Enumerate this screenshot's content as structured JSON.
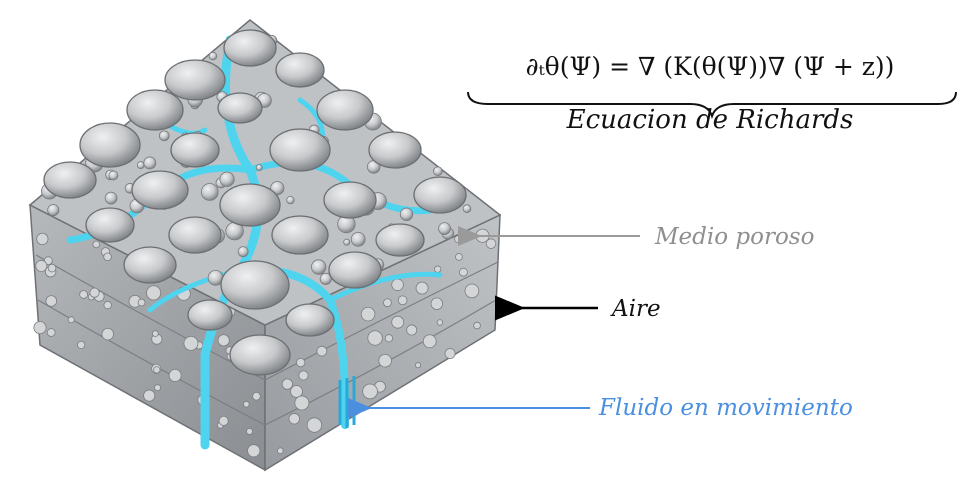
{
  "equation": {
    "formula": "∂ₜθ(Ψ)  =  ∇ (K(θ(Ψ))∇ (Ψ + z))",
    "name": "Ecuacion de Richards"
  },
  "labels": {
    "porous_medium": "Medio poroso",
    "air": "Aire",
    "moving_fluid": "Fluido en movimiento"
  },
  "colors": {
    "rock": "#c9cbcd",
    "rock_shadow": "#8e9194",
    "water": "#4fd4ef",
    "porous_label": "#8f8f8f",
    "air_label": "#111111",
    "fluid_label": "#4a8fe0"
  }
}
